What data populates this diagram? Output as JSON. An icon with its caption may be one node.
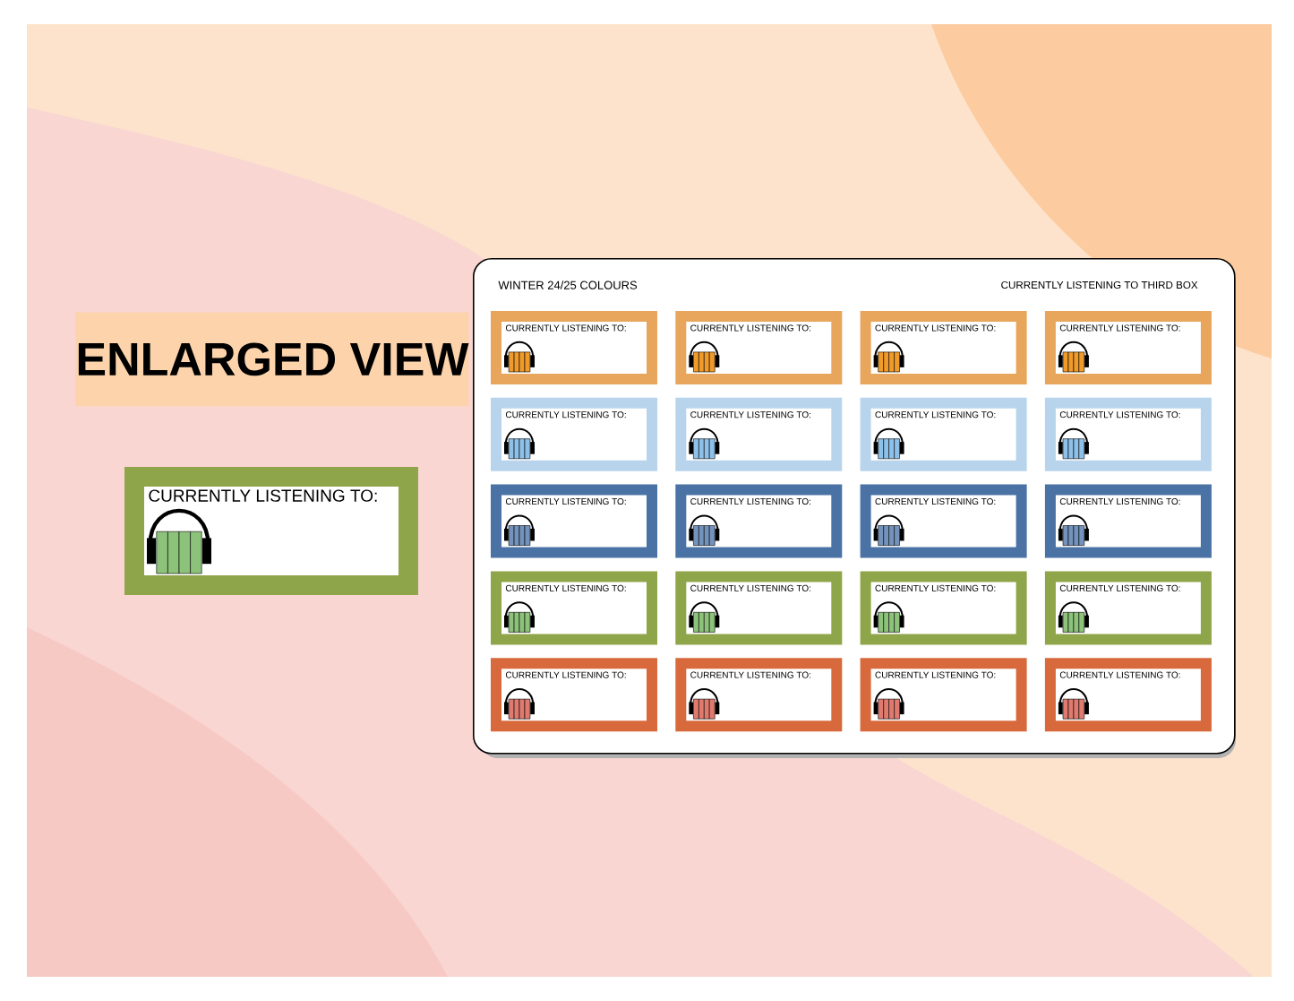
{
  "diagram": {
    "nodes": [
      {
        "text": [
          "ENLARGED VIEW"
        ]
      },
      {
        "text": [
          "CURRENTLY LISTENING TO:"
        ]
      },
      {
        "text": [
          "WINTER 24/25 COLOURS",
          "CURRENTLY LISTENING TO THIRD BOX"
        ]
      },
      {
        "text": [
          "CURRENTLY LISTENING TO:"
        ],
        "in": 2
      },
      {
        "text": [
          "CURRENTLY LISTENING TO:"
        ],
        "in": 2
      },
      {
        "text": [
          "CURRENTLY LISTENING TO:"
        ],
        "in": 2
      },
      {
        "text": [
          "CURRENTLY LISTENING TO:"
        ],
        "in": 2
      },
      {
        "text": [
          "CURRENTLY LISTENING TO:"
        ],
        "in": 2
      },
      {
        "text": [
          "CURRENTLY LISTENING TO:"
        ],
        "in": 2
      },
      {
        "text": [
          "CURRENTLY LISTENING TO:"
        ],
        "in": 2
      },
      {
        "text": [
          "CURRENTLY LISTENING TO:"
        ],
        "in": 2
      },
      {
        "text": [
          "CURRENTLY LISTENING TO:"
        ],
        "in": 2
      },
      {
        "text": [
          "CURRENTLY LISTENING TO:"
        ],
        "in": 2
      },
      {
        "text": [
          "CURRENTLY LISTENING TO:"
        ],
        "in": 2
      },
      {
        "text": [
          "CURRENTLY LISTENING TO:"
        ],
        "in": 2
      },
      {
        "text": [
          "CURRENTLY LISTENING TO:"
        ],
        "in": 2
      },
      {
        "text": [
          "CURRENTLY LISTENING TO:"
        ],
        "in": 2
      },
      {
        "text": [
          "CURRENTLY LISTENING TO:"
        ],
        "in": 2
      },
      {
        "text": [
          "CURRENTLY LISTENING TO:"
        ],
        "in": 2
      },
      {
        "text": [
          "CURRENTLY LISTENING TO:"
        ],
        "in": 2
      },
      {
        "text": [
          "CURRENTLY LISTENING TO:"
        ],
        "in": 2
      },
      {
        "text": [
          "CURRENTLY LISTENING TO:"
        ],
        "in": 2
      },
      {
        "text": [
          "CURRENTLY LISTENING TO:"
        ],
        "in": 2
      }
    ]
  }
}
